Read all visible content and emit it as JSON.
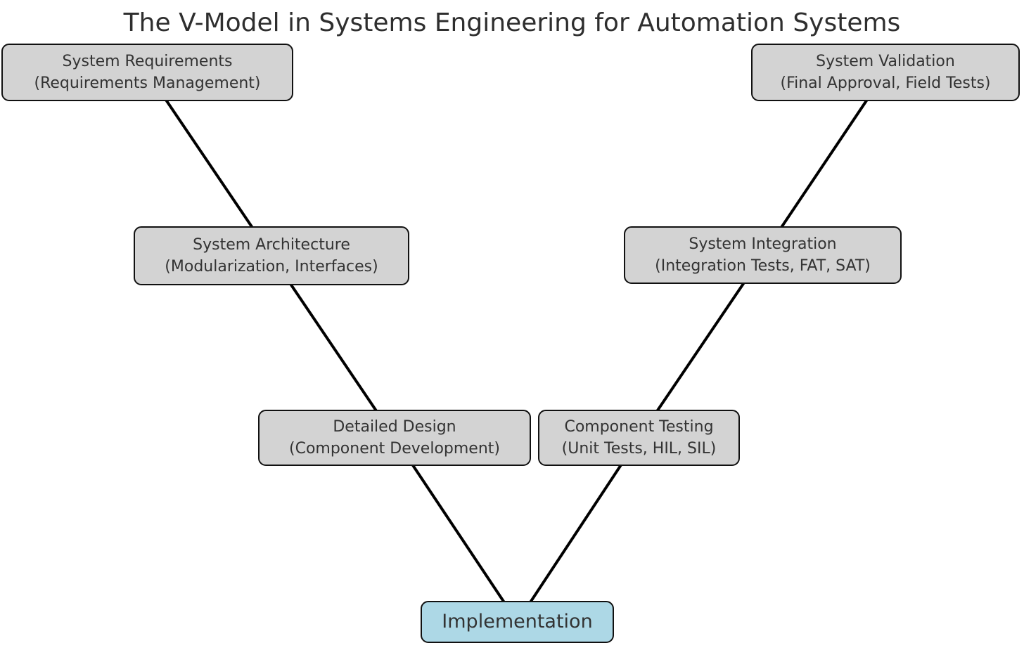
{
  "title": "The V-Model in Systems Engineering for Automation Systems",
  "colors": {
    "node_fill": "#d3d3d3",
    "node_border": "#111111",
    "highlight_fill": "#add8e6",
    "edge_color": "#000000",
    "text_color": "#333333",
    "title_color": "#2e2e2e",
    "background": "#ffffff"
  },
  "diagram": {
    "nodes": [
      {
        "id": "system-requirements",
        "line1": "System Requirements",
        "line2": "(Requirements Management)"
      },
      {
        "id": "system-validation",
        "line1": "System Validation",
        "line2": "(Final Approval, Field Tests)"
      },
      {
        "id": "system-architecture",
        "line1": "System Architecture",
        "line2": "(Modularization, Interfaces)"
      },
      {
        "id": "system-integration",
        "line1": "System Integration",
        "line2": "(Integration Tests, FAT, SAT)"
      },
      {
        "id": "detailed-design",
        "line1": "Detailed Design",
        "line2": "(Component Development)"
      },
      {
        "id": "component-testing",
        "line1": "Component Testing",
        "line2": "(Unit Tests, HIL, SIL)"
      },
      {
        "id": "implementation",
        "line1": "Implementation",
        "line2": ""
      }
    ],
    "edges": [
      [
        "system-requirements",
        "system-architecture"
      ],
      [
        "system-architecture",
        "detailed-design"
      ],
      [
        "detailed-design",
        "implementation"
      ],
      [
        "system-validation",
        "system-integration"
      ],
      [
        "system-integration",
        "component-testing"
      ],
      [
        "component-testing",
        "implementation"
      ]
    ],
    "edge_stroke_width": 4
  }
}
